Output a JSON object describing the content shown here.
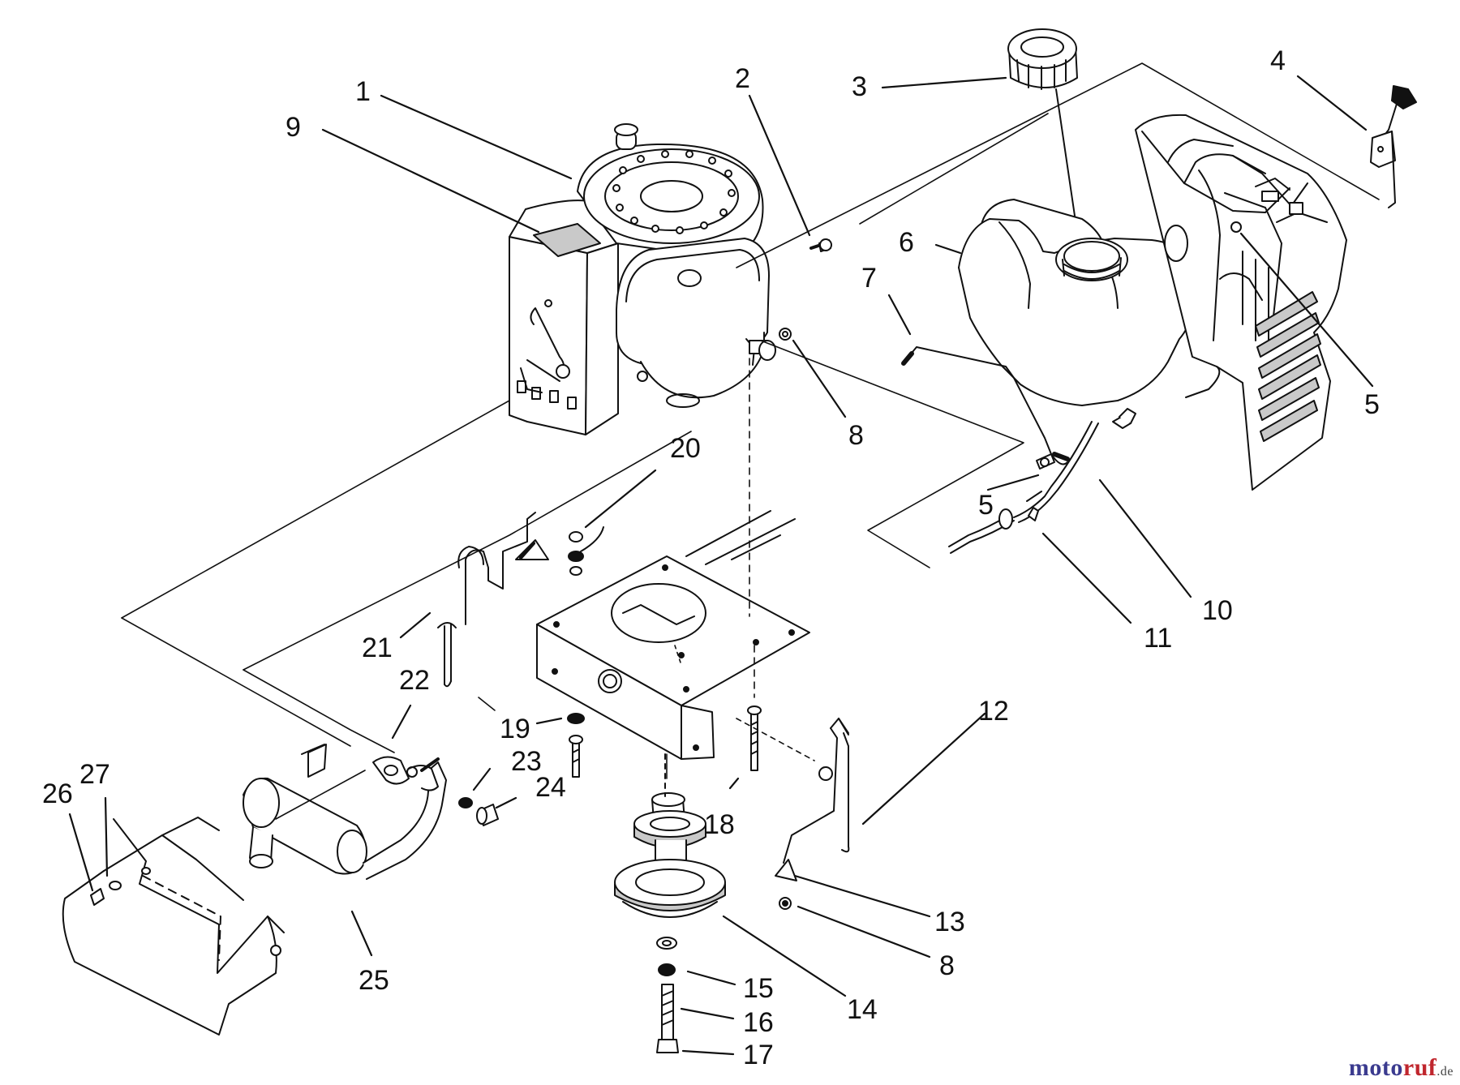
{
  "colors": {
    "line": "#111111",
    "fill": "#ffffff",
    "shade": "#c9c9c9",
    "wm_a": "#3b3b8f",
    "wm_b": "#c0262d"
  },
  "callouts": [
    {
      "id": "c1",
      "label": "1",
      "part": "engine"
    },
    {
      "id": "c2",
      "label": "2",
      "part": "bolt"
    },
    {
      "id": "c3",
      "label": "3",
      "part": "fuel-cap"
    },
    {
      "id": "c4",
      "label": "4",
      "part": "throttle-control"
    },
    {
      "id": "c5a",
      "label": "5",
      "part": "screw"
    },
    {
      "id": "c5b",
      "label": "5",
      "part": "screw"
    },
    {
      "id": "c6",
      "label": "6",
      "part": "fuel-tank"
    },
    {
      "id": "c7",
      "label": "7",
      "part": "fuel-line"
    },
    {
      "id": "c8a",
      "label": "8",
      "part": "nut"
    },
    {
      "id": "c8b",
      "label": "8",
      "part": "nut"
    },
    {
      "id": "c9",
      "label": "9",
      "part": "decal"
    },
    {
      "id": "c10",
      "label": "10",
      "part": "hose"
    },
    {
      "id": "c11",
      "label": "11",
      "part": "clamp"
    },
    {
      "id": "c12",
      "label": "12",
      "part": "rod"
    },
    {
      "id": "c13",
      "label": "13",
      "part": "clip"
    },
    {
      "id": "c14",
      "label": "14",
      "part": "pulley"
    },
    {
      "id": "c15",
      "label": "15",
      "part": "washer"
    },
    {
      "id": "c16",
      "label": "16",
      "part": "lock-washer"
    },
    {
      "id": "c17",
      "label": "17",
      "part": "bolt"
    },
    {
      "id": "c18",
      "label": "18",
      "part": "bolt"
    },
    {
      "id": "c19",
      "label": "19",
      "part": "washer"
    },
    {
      "id": "c20",
      "label": "20",
      "part": "nut-assembly"
    },
    {
      "id": "c21",
      "label": "21",
      "part": "rod"
    },
    {
      "id": "c22",
      "label": "22",
      "part": "gasket"
    },
    {
      "id": "c23",
      "label": "23",
      "part": "washer"
    },
    {
      "id": "c24",
      "label": "24",
      "part": "bolt"
    },
    {
      "id": "c25",
      "label": "25",
      "part": "muffler"
    },
    {
      "id": "c26",
      "label": "26",
      "part": "screw"
    },
    {
      "id": "c27",
      "label": "27",
      "part": "washer"
    }
  ],
  "watermark": {
    "brand_a": "moto",
    "brand_b": "ruf",
    "suffix": ".de"
  }
}
